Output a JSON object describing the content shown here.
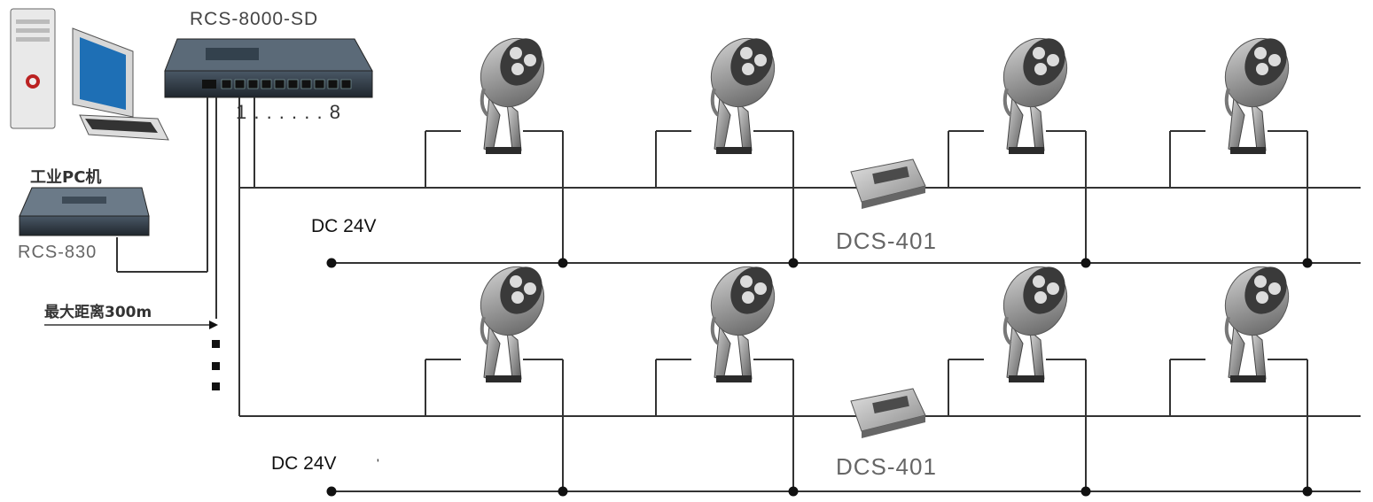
{
  "controller": {
    "label": "RCS-8000-SD",
    "port_range": "1 . . . . . . 8"
  },
  "computer": {
    "label": "工业PC机"
  },
  "sub_controller": {
    "label": "RCS-830"
  },
  "distance": {
    "label": "最大距离300m"
  },
  "power": {
    "label_1": "DC 24V",
    "label_2": "DC 24V",
    "stray_mark": "'"
  },
  "decoder": {
    "label_1": "DCS-401",
    "label_2": "DCS-401"
  },
  "colors": {
    "line": "#333333",
    "fixture_body": "#a9a9a9",
    "fixture_dark": "#2b2b2b",
    "device": "#2f3a44"
  },
  "icons": [
    "computer-icon",
    "controller-icon",
    "spotlight-icon",
    "decoder-icon",
    "junction-dot-icon"
  ]
}
